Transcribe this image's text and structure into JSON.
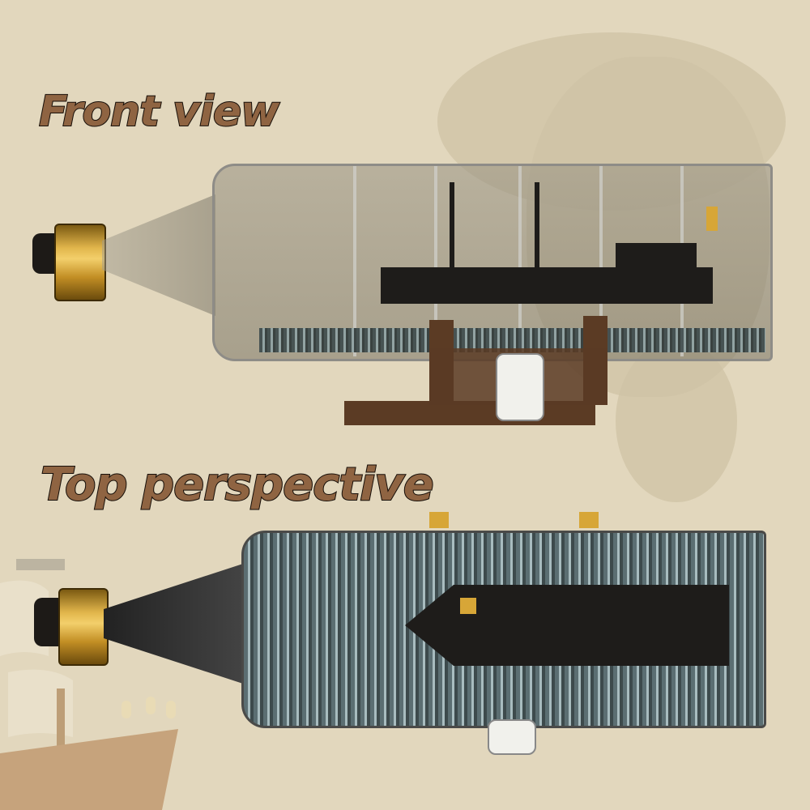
{
  "image": {
    "description": "Product photo of a brick-built pirate ship in a bottle, shown from two viewpoints",
    "background_color": "#e2d7bd",
    "heading_color": "#8f6442"
  },
  "sections": [
    {
      "label": "Front view"
    },
    {
      "label": "Top perspective"
    }
  ]
}
